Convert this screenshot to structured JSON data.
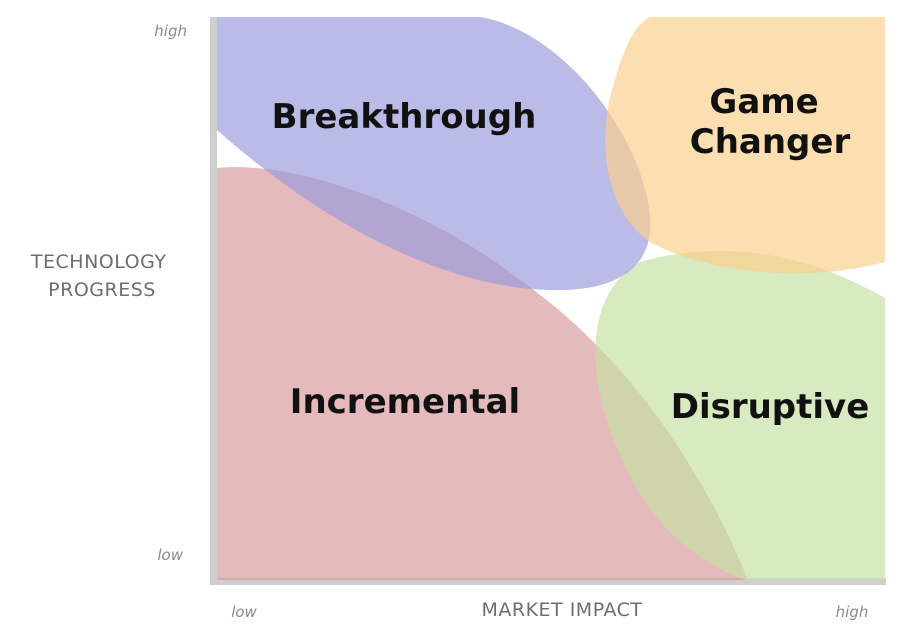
{
  "y_axis": {
    "title_line1": "TECHNOLOGY",
    "title_line2": "PROGRESS",
    "high_label": "high",
    "low_label": "low"
  },
  "x_axis": {
    "title": "MARKET IMPACT",
    "low_label": "low",
    "high_label": "high"
  },
  "regions": {
    "breakthrough": {
      "label": "Breakthrough",
      "color": "#9b9bdc"
    },
    "game_changer": {
      "label_line1": "Game",
      "label_line2": "Changer",
      "color": "#fbd08a"
    },
    "incremental": {
      "label": "Incremental",
      "color": "#d99a9c"
    },
    "disruptive": {
      "label": "Disruptive",
      "color": "#c6e0a2"
    }
  },
  "colors": {
    "axis_line": "#cfcfcf",
    "tick_text": "#8a8a8a",
    "axis_title_text": "#6e6e6e",
    "region_text": "#111111"
  }
}
